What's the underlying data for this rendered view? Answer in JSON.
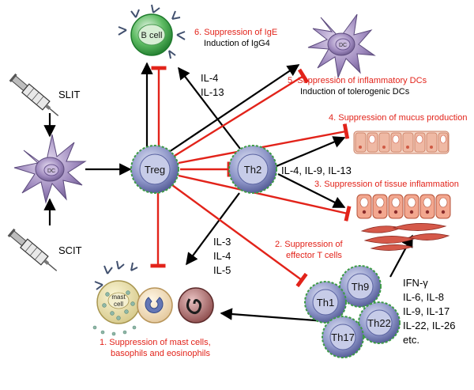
{
  "colors": {
    "inhibit": "#e2231a",
    "activate": "#000000",
    "tcell": "#8f97c9",
    "bcell": "#2f9d46",
    "dc": "#9d88bd"
  },
  "routes": {
    "slit": "SLIT",
    "scit": "SCIT"
  },
  "cells": {
    "dc": "DC",
    "dc_right": "DC",
    "treg": "Treg",
    "th2": "Th2",
    "bcell": "B cell",
    "mast": "mast\ncell",
    "th1": "Th1",
    "th9": "Th9",
    "th17": "Th17",
    "th22": "Th22"
  },
  "th2_cytokines": {
    "a": "IL-4",
    "b": "IL-13"
  },
  "th2_tissue_cytokines": "IL-4, IL-9, IL-13",
  "th2_mast_cytokines": {
    "a": "IL-3",
    "b": "IL-4",
    "c": "IL-5"
  },
  "effector_cytokines": {
    "a": "IFN-γ",
    "b": "IL-6, IL-8",
    "c": "IL-9, IL-17",
    "d": "IL-22, IL-26",
    "e": "etc."
  },
  "effects": {
    "e1": {
      "title": "1. Suppression of mast cells,",
      "sub": "basophils and eosinophils"
    },
    "e2": {
      "title": "2. Suppression of",
      "sub": "effector T cells"
    },
    "e3": {
      "title": "3. Suppression of tissue inflammation"
    },
    "e4": {
      "title": "4. Suppression of mucus production"
    },
    "e5": {
      "title": "5. Suppression of inflammatory DCs",
      "sub": "Induction of tolerogenic DCs"
    },
    "e6": {
      "title": "6. Suppression of IgE",
      "sub": "Induction of IgG4"
    }
  }
}
